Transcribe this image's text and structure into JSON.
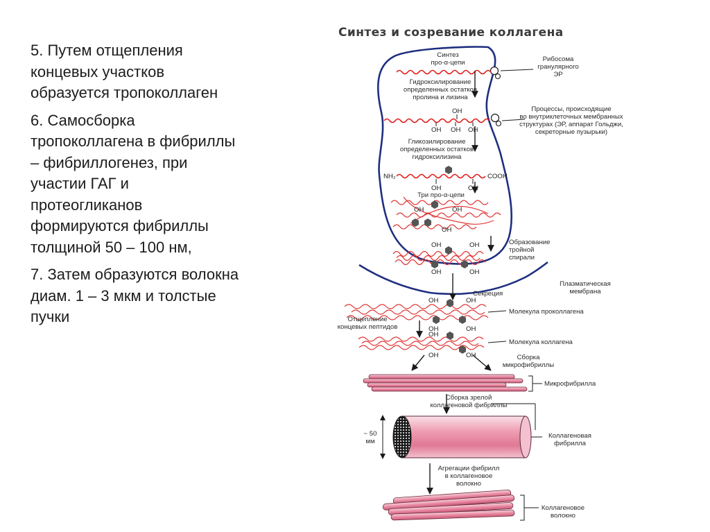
{
  "slide": {
    "paragraphs": [
      "5. Путем отщепления\nконцевых участков\nобразуется тропоколлаген",
      "6. Самосборка\nтропоколлагена в фибриллы\n– фибриллогенез, при\nучастии ГАГ и\nпротеогликанов\nформируются фибриллы\nтолщиной 50 – 100 нм,",
      "7. Затем образуются волокна\nдиам. 1 – 3  мкм и  толстые\nпучки"
    ]
  },
  "diagram": {
    "title": "Синтез и созревание коллагена",
    "labels": {
      "synthesis_1": "Синтез",
      "synthesis_2": "про-α-цепи",
      "ribosome_1": "Рибосома",
      "ribosome_2": "гранулярного",
      "ribosome_3": "ЭР",
      "hydrox_1": "Гидроксилирование",
      "hydrox_2": "определенных остатков",
      "hydrox_3": "пролина и лизина",
      "processes_1": "Процессы, происходящие",
      "processes_2": "во внутриклеточных мембранных",
      "processes_3": "структурах (ЭР, аппарат Гольджи,",
      "processes_4": "секреторные пузырьки)",
      "glyco_1": "Гликозилирование",
      "glyco_2": "определенных остатков",
      "glyco_3": "гидроксилизина",
      "nh2": "NH₂",
      "cooh": "COOH",
      "three_chains": "Три про-α-цепи",
      "oh": "OH",
      "triple_1": "Образование",
      "triple_2": "тройной",
      "triple_3": "спирали",
      "membrane_1": "Плазматическая",
      "membrane_2": "мембрана",
      "secretion": "Секреция",
      "cleavage_1": "Отщепление",
      "cleavage_2": "концевых пептидов",
      "procollagen": "Молекула проколлагена",
      "collagen_mol": "Молекула коллагена",
      "assembly_micro_1": "Сборка",
      "assembly_micro_2": "микрофибриллы",
      "microfibril": "Микрофибрилла",
      "mature_1": "Сборка зрелой",
      "mature_2": "коллагеновой фибриллы",
      "size_1": "~ 50",
      "size_2": "мм",
      "collagen_fibril_1": "Коллагеновая",
      "collagen_fibril_2": "фибрилла",
      "aggregation_1": "Агрегации фибрилл",
      "aggregation_2": "в коллагеновое",
      "aggregation_3": "волокно",
      "fiber_1": "Коллагеновое",
      "fiber_2": "волокно"
    }
  }
}
